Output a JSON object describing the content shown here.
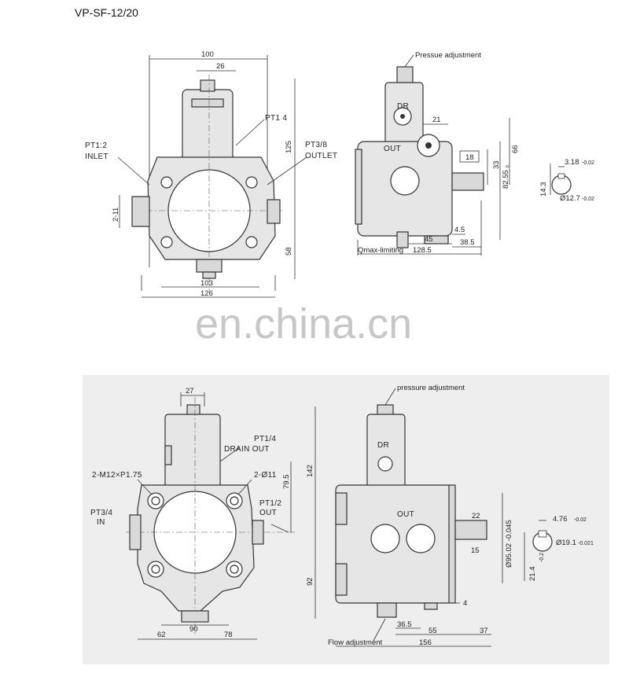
{
  "title": "VP-SF-12/20",
  "watermark": "en.china.cn",
  "top_left": {
    "labels": {
      "width": "100",
      "top_width": "26",
      "drain": "PT1 4",
      "inlet_size": "PT1:2",
      "inlet": "INLET",
      "outlet_size": "PT3/8",
      "outlet": "OUTLET",
      "height_upper": "125",
      "height_lower": "58",
      "side_mark": "2-11",
      "bottom_inner": "103",
      "bottom_outer": "126"
    }
  },
  "top_right": {
    "labels": {
      "pressure_adj": "Pressue adjustment",
      "dr": "DR",
      "out": "OUT",
      "dim_21": "21",
      "dim_18": "18",
      "dim_33": "33",
      "dim_66": "66",
      "dim_82": "82.55 ₀",
      "dim_45": "45",
      "dim_45b": "4.5",
      "dim_385": "38.5",
      "dim_qmax": "Qmax-limiting",
      "dim_1285": "128.5",
      "key_w": "3.18",
      "key_tol": "-0.02",
      "key_h": "14.3",
      "shaft": "Ø12.7",
      "shaft_tol": "-0.02"
    }
  },
  "bottom_left": {
    "labels": {
      "dim_27": "27",
      "drain_size": "PT1/4",
      "drain": "DRAIN OUT",
      "bolts": "2-M12×P1.75",
      "holes": "2-Ø11",
      "dim_795": "79.5",
      "inlet_size": "PT3/4",
      "inlet": "IN",
      "outlet_size": "PT1/2",
      "outlet": "OUT",
      "dim_142": "142",
      "dim_92": "92",
      "dim_90": "90",
      "dim_62": "62",
      "dim_78": "78"
    }
  },
  "bottom_right": {
    "labels": {
      "pressure_adj": "pressure adjustment",
      "dr": "DR",
      "out": "OUT",
      "dim_22": "22",
      "dim_15": "15",
      "dim_95": "Ø95.02 -0.045",
      "dim_4": "4",
      "dim_365": "36.5",
      "dim_55": "55",
      "dim_37": "37",
      "dim_156": "156",
      "flow_adj": "Flow adjustment",
      "key_w": "4.76",
      "key_tol": "-0.02",
      "shaft": "Ø19.1",
      "shaft_tol": "-0.021",
      "key_h": "21.4",
      "key_h_tol": "-0.2"
    }
  }
}
